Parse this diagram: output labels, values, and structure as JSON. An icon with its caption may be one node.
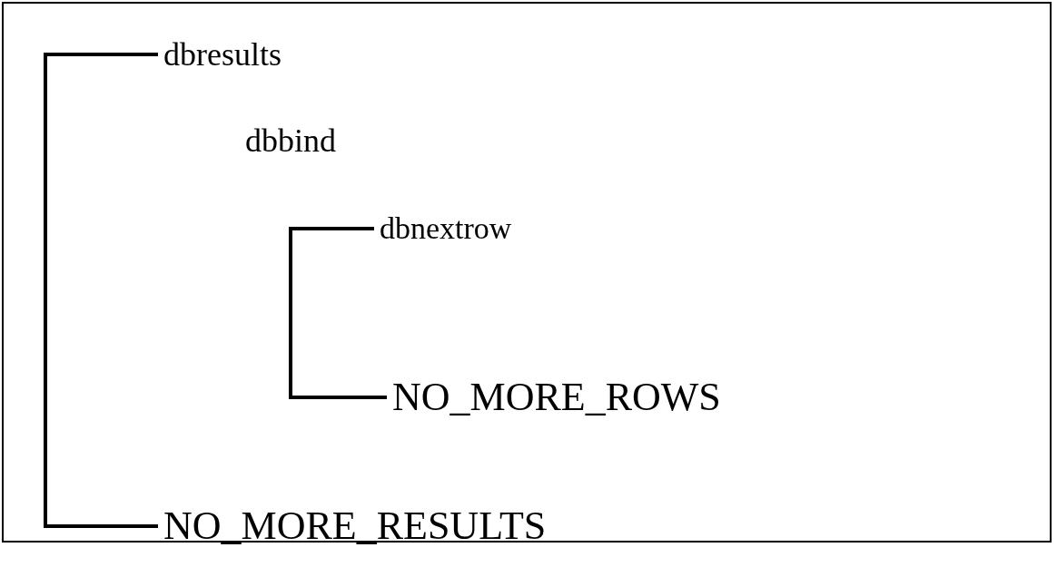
{
  "diagram": {
    "nodes": [
      {
        "text": [
          "dbresults"
        ]
      },
      {
        "text": [
          "dbnextrow"
        ]
      },
      {
        "text": [
          "NO_MORE_ROWS"
        ]
      },
      {
        "text": [
          "NO_MORE_RESULTS"
        ]
      }
    ],
    "edges": [
      {
        "from": 0,
        "to": 3,
        "arrow": "none"
      },
      {
        "from": 1,
        "to": 2,
        "arrow": "none"
      }
    ],
    "labels": [
      "dbbind"
    ]
  }
}
